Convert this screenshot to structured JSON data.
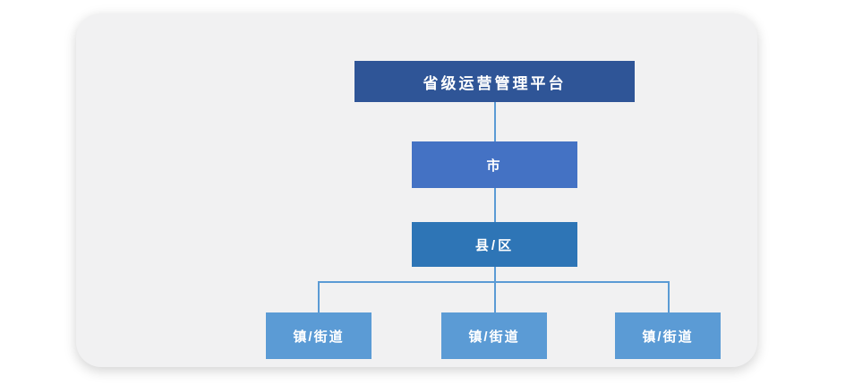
{
  "orgchart": {
    "nodes": {
      "province": {
        "label": "省级运营管理平台",
        "color": "#2F5597"
      },
      "city": {
        "label": "市",
        "color": "#4472C4"
      },
      "county": {
        "label": "县/区",
        "color": "#2E75B6"
      },
      "towns": [
        {
          "label": "镇/街道"
        },
        {
          "label": "镇/街道"
        },
        {
          "label": "镇/街道"
        }
      ],
      "town_color": "#5B9BD5"
    },
    "connector_color": "#5B9BD5",
    "card_background": "#f1f1f2",
    "page_background": "#ffffff",
    "text_color": "#ffffff"
  }
}
